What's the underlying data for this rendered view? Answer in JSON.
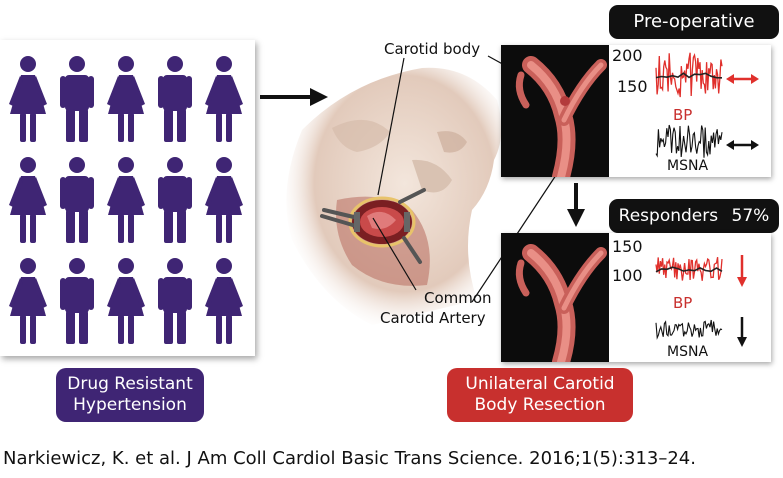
{
  "population_panel": {
    "rows": 3,
    "columns": 5,
    "pattern": [
      "female",
      "male",
      "female",
      "male",
      "female"
    ],
    "figure_color": "#3f2574"
  },
  "labels": {
    "drug_resistant_line1": "Drug Resistant",
    "drug_resistant_line2": "Hypertension",
    "resection_line1": "Unilateral Carotid",
    "resection_line2": "Body Resection",
    "carotid_body": "Carotid body",
    "common_line1": "Common",
    "common_line2": "Carotid Artery"
  },
  "pre_operative": {
    "badge": "Pre-operative",
    "ticks": [
      "200",
      "150"
    ],
    "bp_label": "BP",
    "msna_label": "MSNA"
  },
  "responders": {
    "badge": "Responders",
    "percent": "57%",
    "ticks": [
      "150",
      "100"
    ],
    "bp_label": "BP",
    "msna_label": "MSNA"
  },
  "colors": {
    "brand_purple": "#3f2574",
    "brand_red": "#c8302e",
    "trace_red": "#e0302c",
    "badge_black": "#111111"
  },
  "citation": "Narkiewicz, K. et al. J Am Coll Cardiol Basic Trans Science. 2016;1(5):313–24."
}
